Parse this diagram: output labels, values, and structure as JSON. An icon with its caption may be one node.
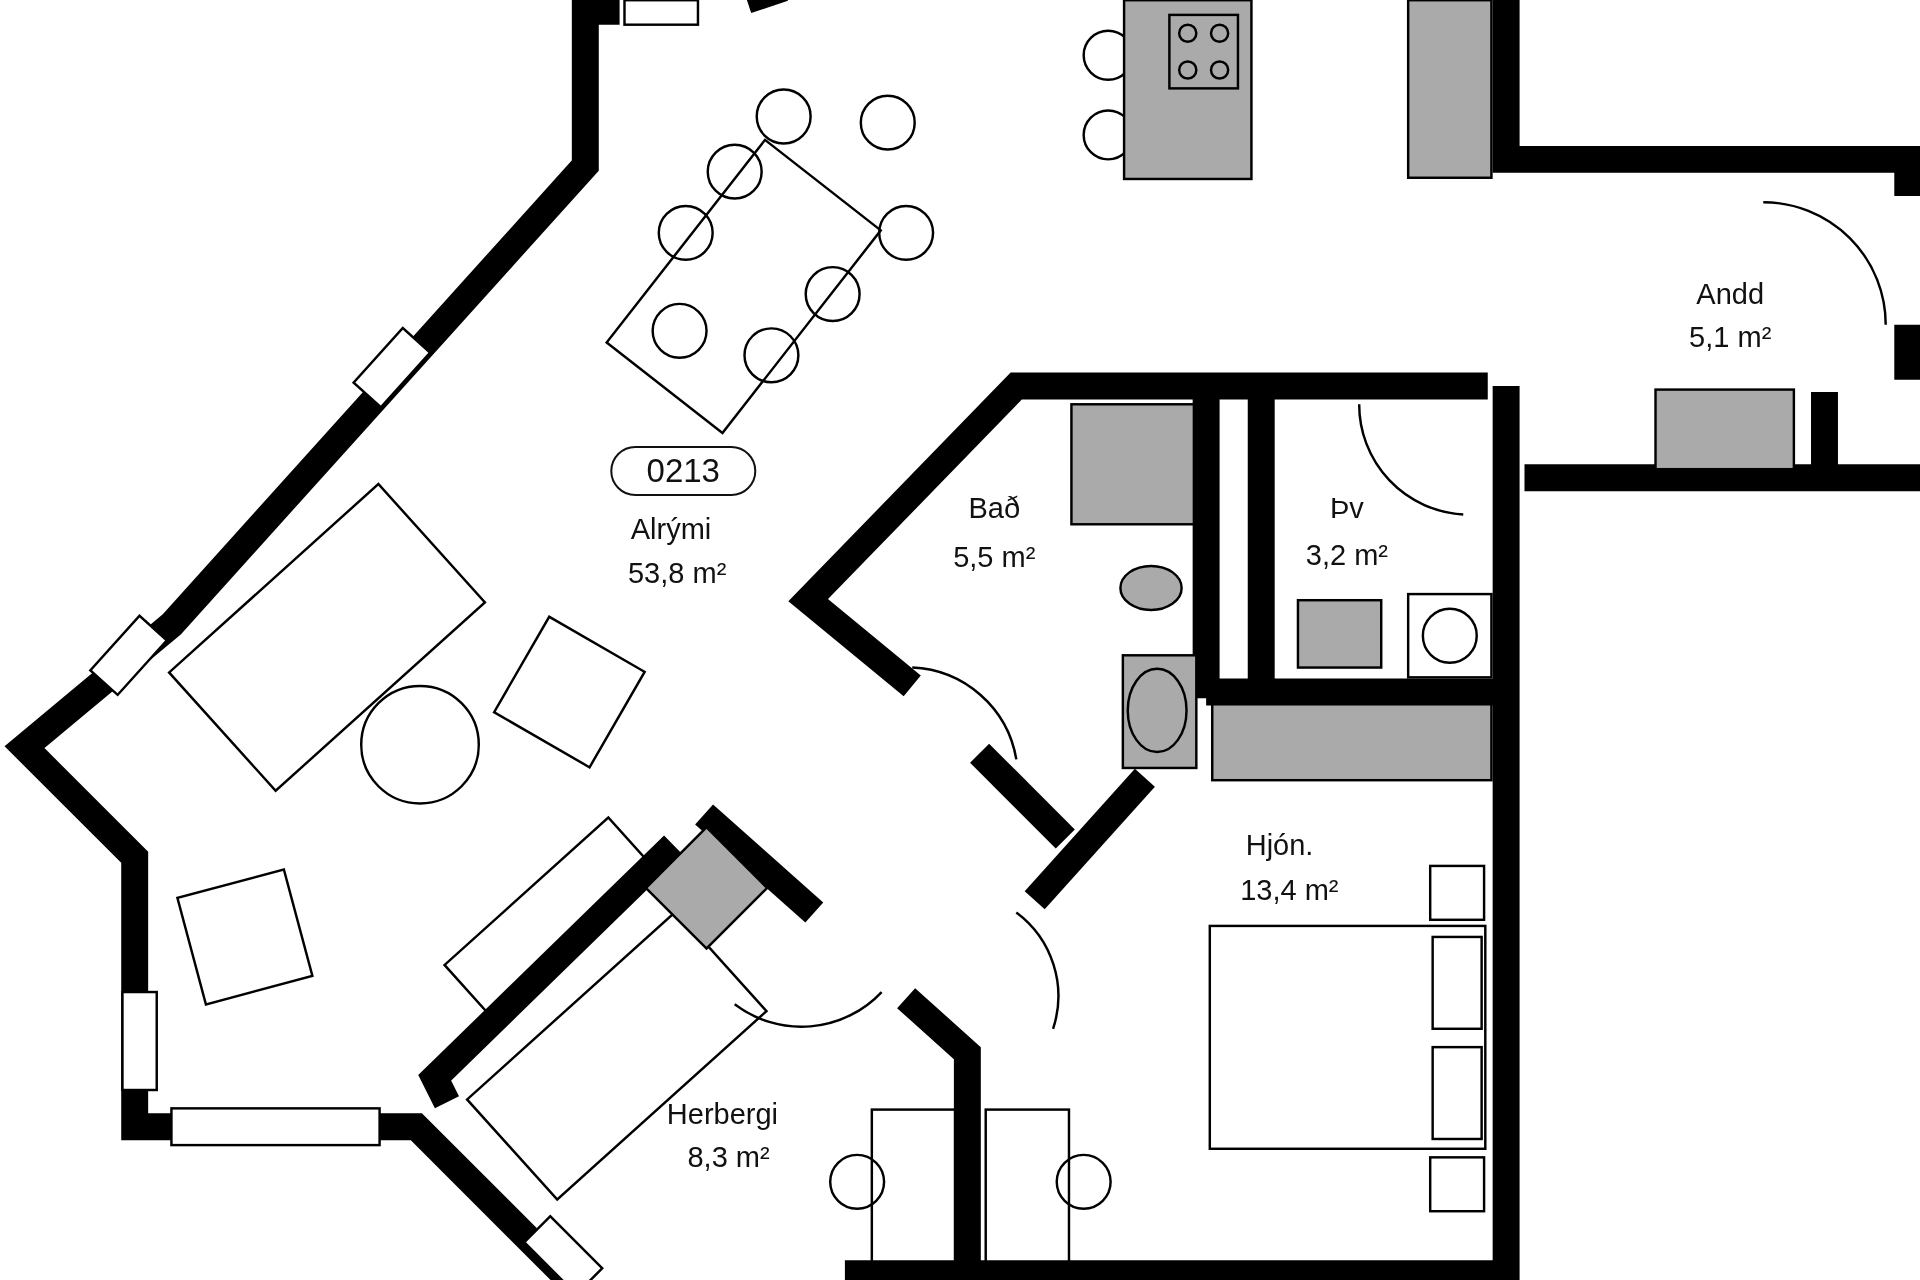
{
  "diagram": {
    "nodes": [
      {
        "text": [
          "0213"
        ]
      }
    ],
    "labels": [
      "Andd",
      "5,1 m²",
      "Bað",
      "5,5 m²",
      "Þv",
      "3,2 m²",
      "Alrými",
      "53,8 m²",
      "Hjón.",
      "13,4 m²",
      "Herbergi",
      "8,3 m²"
    ]
  }
}
